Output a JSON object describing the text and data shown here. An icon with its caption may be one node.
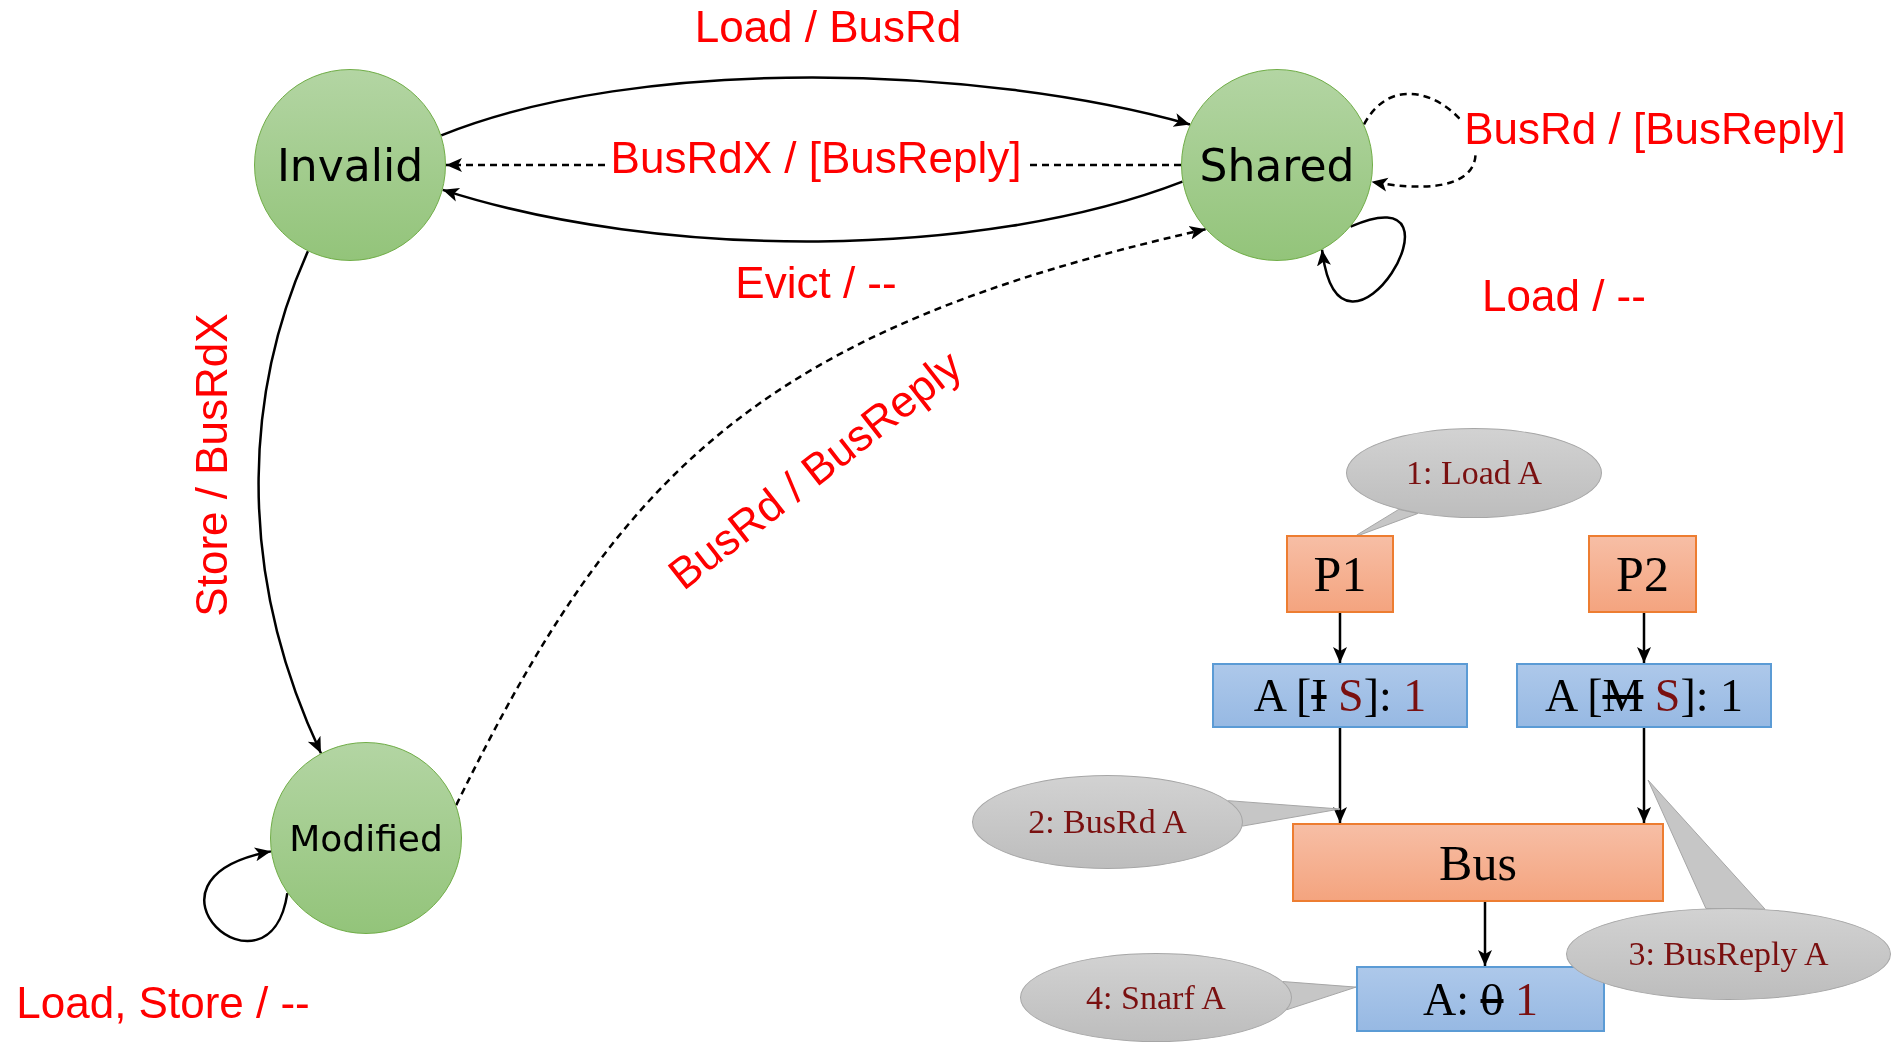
{
  "diagram": {
    "nodes": [
      {
        "text": [
          "Invalid"
        ]
      },
      {
        "text": [
          "Shared"
        ]
      },
      {
        "text": [
          "Modified"
        ]
      },
      {
        "text": [
          "1: Load A"
        ]
      },
      {
        "text": [
          "P1"
        ]
      },
      {
        "text": [
          "P2"
        ]
      },
      {
        "text": [
          "A [I S]: 1"
        ]
      },
      {
        "text": [
          "A [M S]: 1"
        ]
      },
      {
        "text": [
          "2: BusRd A"
        ]
      },
      {
        "text": [
          "Bus"
        ]
      },
      {
        "text": [
          "3: BusReply A"
        ]
      },
      {
        "text": [
          "4: Snarf A"
        ]
      },
      {
        "text": [
          "A: 0 1"
        ]
      }
    ],
    "edges": [
      {
        "from": 0,
        "to": 1,
        "arrow": "to",
        "label": "Load / BusRd"
      },
      {
        "from": 1,
        "to": 0,
        "arrow": "to",
        "label": "BusRdX / [BusReply]",
        "style": "dashed"
      },
      {
        "from": 1,
        "to": 0,
        "arrow": "to",
        "label": "Evict / --"
      },
      {
        "from": 1,
        "to": 1,
        "arrow": "to",
        "label": "BusRd / [BusReply]",
        "style": "dashed"
      },
      {
        "from": 1,
        "to": 1,
        "arrow": "to",
        "label": "Load / --"
      },
      {
        "from": 0,
        "to": 2,
        "arrow": "to",
        "label": "Store / BusRdX"
      },
      {
        "from": 2,
        "to": 1,
        "arrow": "to",
        "label": "BusRd / BusReply",
        "style": "dashed"
      },
      {
        "from": 2,
        "to": 2,
        "arrow": "to",
        "label": "Load, Store / --"
      },
      {
        "from": 4,
        "to": 6,
        "arrow": "to"
      },
      {
        "from": 5,
        "to": 7,
        "arrow": "to"
      },
      {
        "from": 6,
        "to": 9,
        "arrow": "to"
      },
      {
        "from": 7,
        "to": 9,
        "arrow": "to"
      },
      {
        "from": 9,
        "to": 12,
        "arrow": "to"
      },
      {
        "from": 3,
        "to": 4,
        "arrow": "none"
      },
      {
        "from": 8,
        "to": null,
        "arrow": "to"
      },
      {
        "from": 10,
        "to": null,
        "arrow": "to"
      },
      {
        "from": 11,
        "to": 12,
        "arrow": "to"
      }
    ]
  }
}
